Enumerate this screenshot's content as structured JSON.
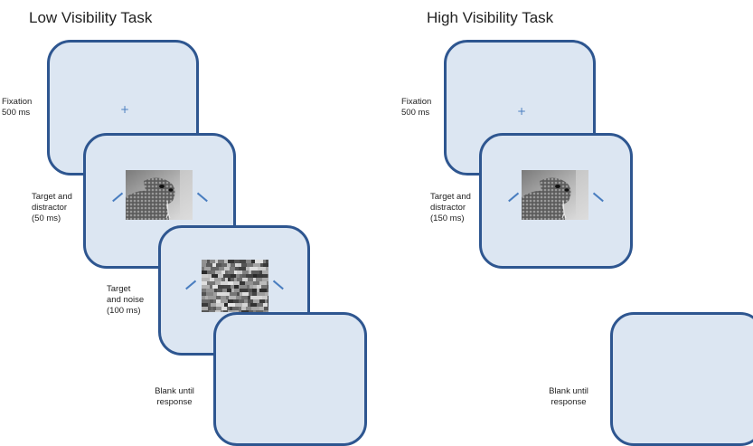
{
  "low_visibility": {
    "title": "Low Visibility Task",
    "fixation_label": [
      "Fixation",
      "500 ms"
    ],
    "target_label": [
      "Target and",
      "distractor",
      "(50 ms)"
    ],
    "noise_label": [
      "Target",
      "and noise",
      "(100 ms)"
    ],
    "blank_label": [
      "Blank until",
      "response"
    ],
    "fixation_symbol": "+"
  },
  "high_visibility": {
    "title": "High Visibility Task",
    "fixation_label": [
      "Fixation",
      "500 ms"
    ],
    "target_label": [
      "Target and",
      "distractor",
      "(150 ms)"
    ],
    "blank_label": [
      "Blank until",
      "response"
    ],
    "fixation_symbol": "+"
  },
  "colors": {
    "screen_fill": "#dce6f2",
    "screen_border": "#2e5690",
    "marker": "#4a7ec0"
  },
  "icons": {
    "stimulus_image": "snake-photo",
    "mask_image": "noise-mask"
  }
}
